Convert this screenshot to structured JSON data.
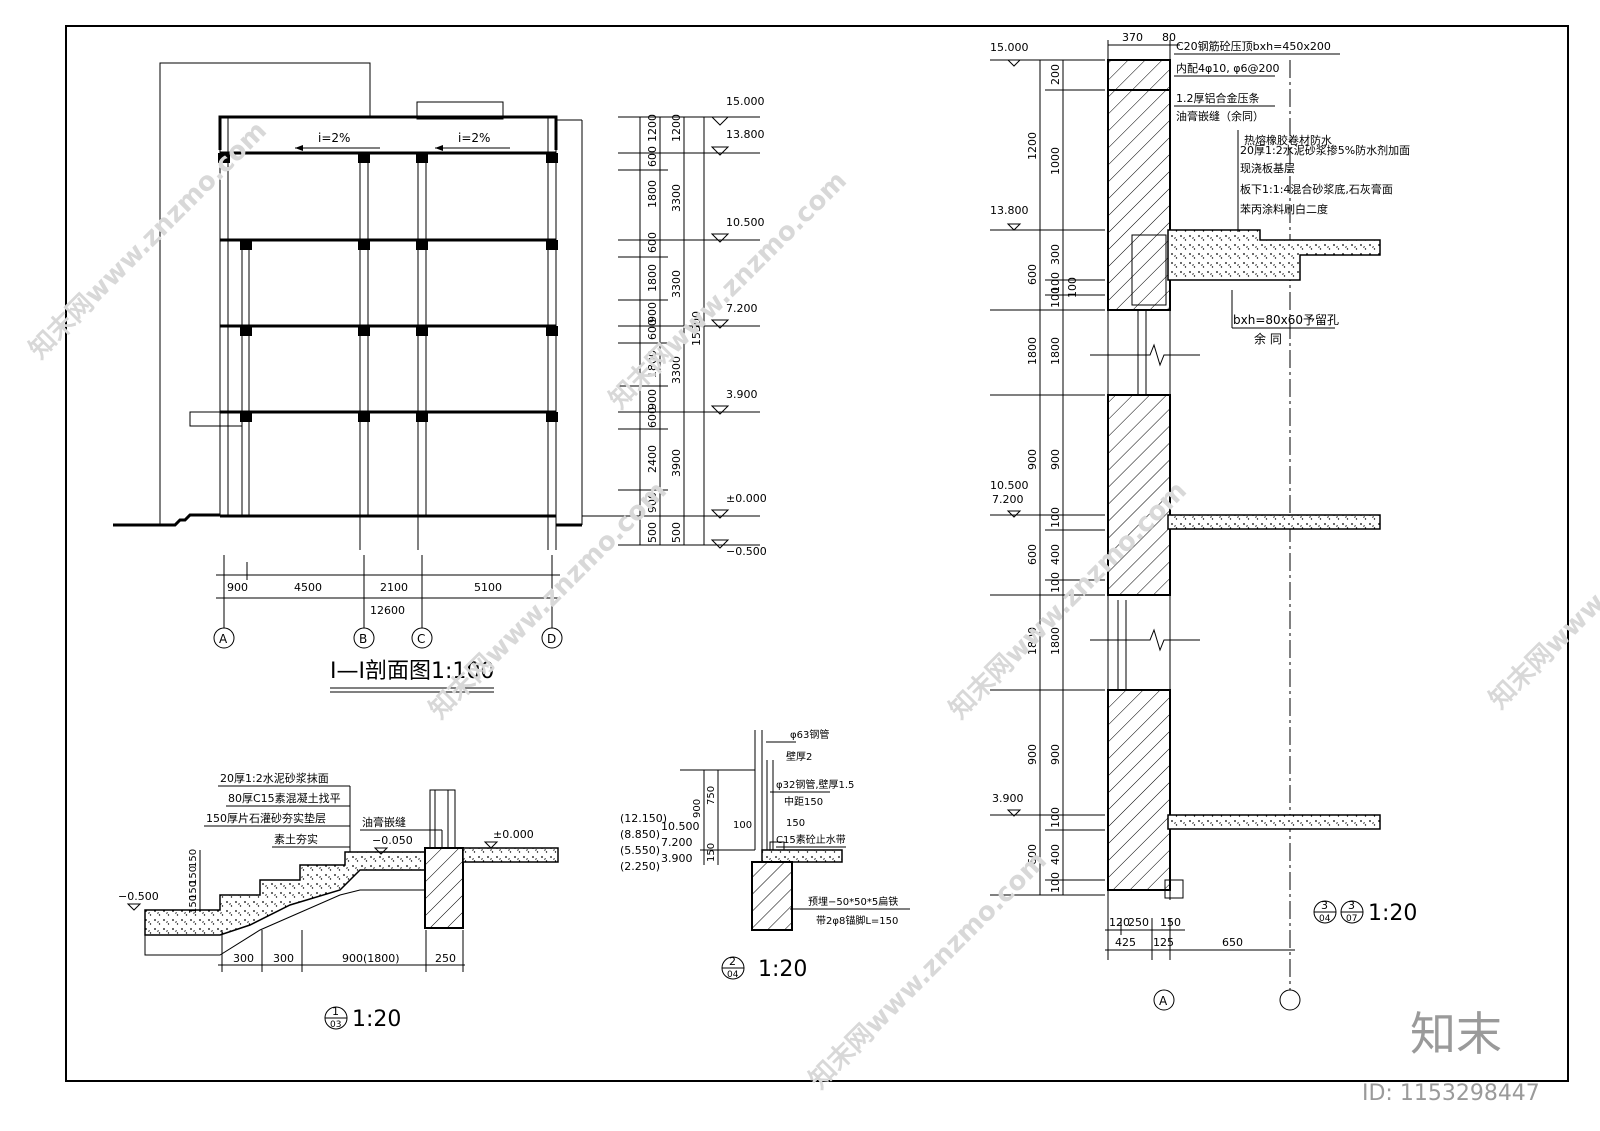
{
  "section_main": {
    "title": "I—I剖面图1:100",
    "slope_labels": [
      "i=2%",
      "i=2%"
    ],
    "elevations": [
      "15.000",
      "13.800",
      "10.500",
      "7.200",
      "3.900",
      "±0.000",
      "−0.500"
    ],
    "dims_inner": [
      "1200",
      "600",
      "1800",
      "600",
      "1800",
      "900",
      "600",
      "1800",
      "900",
      "600",
      "2400",
      "900",
      "500"
    ],
    "dims_floor": [
      "1200",
      "3300",
      "3300",
      "3300",
      "3900",
      "500"
    ],
    "dim_total": "15500",
    "span_dims": [
      "900",
      "4500",
      "2100",
      "5100"
    ],
    "span_total": "12600",
    "axes": [
      "A",
      "B",
      "C",
      "D"
    ]
  },
  "detail1": {
    "notes": [
      "20厚1:2水泥砂浆抹面",
      "80厚C15素混凝土找平",
      "150厚片石灌砂夯实垫层",
      "素土夯实"
    ],
    "bitumen_joint": "油膏嵌缝",
    "levels": [
      "−0.050",
      "±0.000",
      "−0.500"
    ],
    "step_dims": [
      "150",
      "150",
      "150",
      "150"
    ],
    "bottom_dims": [
      "300",
      "300",
      "900(1800)",
      "250"
    ],
    "title_num": "1",
    "title_sheet": "03",
    "scale": "1:20"
  },
  "detail2": {
    "notes": [
      "φ63钢管",
      "壁厚2",
      "φ32钢管,壁厚1.5",
      "中距150",
      "C15素砼止水带",
      "预埋−50*50*5扁铁",
      "带2φ8锚脚L=150"
    ],
    "levels": [
      "(12.150)",
      "(8.850)",
      "10.500",
      "(5.550)",
      "7.200",
      "(2.250)",
      "3.900"
    ],
    "dims": [
      "900",
      "750",
      "150",
      "100",
      "150"
    ],
    "title_num": "2",
    "title_sheet": "04",
    "scale": "1:20"
  },
  "detail3": {
    "notes": [
      "C20钢筋砼压顶bxh=450x200",
      "内配4φ10, φ6@200",
      "1.2厚铝合金压条",
      "油膏嵌缝（余同）",
      "热熔橡胶卷材防水",
      "20厚1:2水泥砂浆掺5%防水剂加面",
      "现浇板基层",
      "板下1:1:4混合砂浆底,石灰膏面",
      "苯丙涂料刷白二度",
      "bxh=80x60予留孔",
      "余  同"
    ],
    "top_dims": [
      "370",
      "80"
    ],
    "levels": [
      "15.000",
      "13.800",
      "10.500",
      "7.200",
      "3.900"
    ],
    "dims_outer": [
      "1200",
      "600",
      "1800",
      "900",
      "600",
      "1800",
      "900",
      "600"
    ],
    "dims_inner": [
      "200",
      "1000",
      "300",
      "100",
      "100",
      "100",
      "1800",
      "900",
      "100",
      "400",
      "100",
      "1800",
      "900",
      "100",
      "400",
      "100"
    ],
    "bottom_dims": [
      "120",
      "250",
      "150",
      "425",
      "125",
      "650"
    ],
    "axis": "A",
    "title_nums": [
      "3",
      "3"
    ],
    "title_sheets": [
      "04",
      "07"
    ],
    "scale": "1:20"
  },
  "watermark": {
    "brand": "知末",
    "site": "知末网www.znzmo.com",
    "id": "ID: 1153298447"
  }
}
